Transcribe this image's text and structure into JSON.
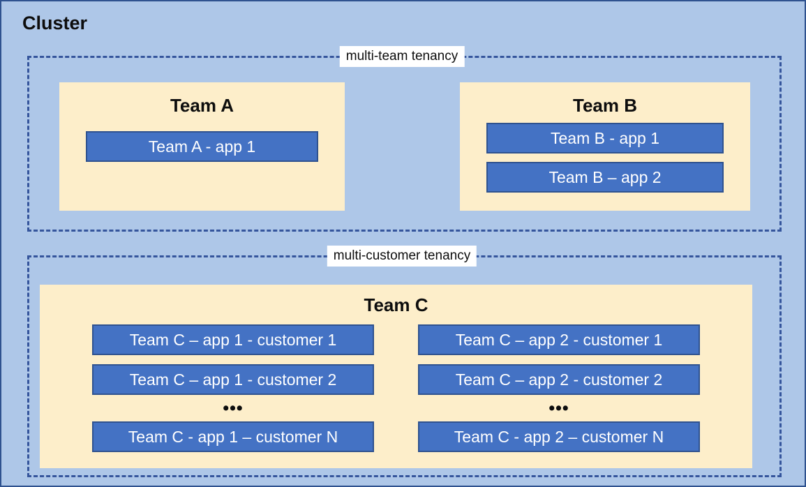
{
  "diagram": {
    "title": "Cluster",
    "colors": {
      "canvas_background": "#aec7e8",
      "canvas_border": "#2f528f",
      "tenancy_border": "#35559c",
      "team_card_background": "#fdeeca",
      "app_box_fill": "#4472c4",
      "app_box_border": "#2f528f",
      "app_box_text": "#ffffff",
      "label_background": "#ffffff",
      "text": "#0d0d0d"
    },
    "zones": [
      {
        "id": "multi-team",
        "label": "multi-team tenancy",
        "teams": [
          {
            "id": "team-a",
            "title": "Team A",
            "apps": [
              "Team A - app 1"
            ]
          },
          {
            "id": "team-b",
            "title": "Team B",
            "apps": [
              "Team B - app 1",
              "Team B – app 2"
            ]
          }
        ]
      },
      {
        "id": "multi-customer",
        "label": "multi-customer tenancy",
        "teams": [
          {
            "id": "team-c",
            "title": "Team C",
            "columns": [
              {
                "id": "team-c-app-1",
                "items_top": [
                  "Team C – app 1 - customer 1",
                  "Team C – app 1 - customer 2"
                ],
                "ellipsis": "•••",
                "items_bottom": [
                  "Team C - app 1 – customer N"
                ]
              },
              {
                "id": "team-c-app-2",
                "items_top": [
                  "Team C – app 2 - customer 1",
                  "Team C – app 2 - customer 2"
                ],
                "ellipsis": "•••",
                "items_bottom": [
                  "Team C - app 2 – customer N"
                ]
              }
            ]
          }
        ]
      }
    ]
  }
}
